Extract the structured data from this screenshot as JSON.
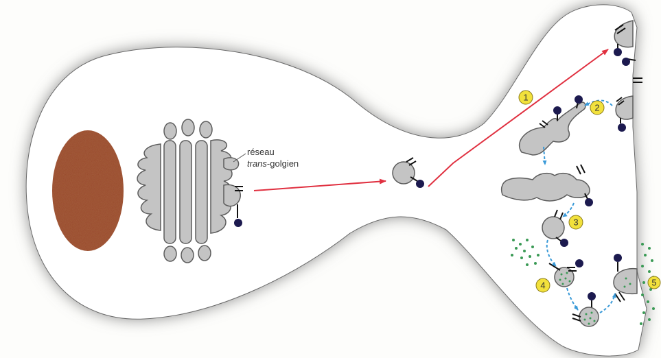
{
  "labels": {
    "tgn_line1": "réseau",
    "tgn_line2_italic": "trans",
    "tgn_line2_rest": "-golgien"
  },
  "steps": [
    {
      "number": "1"
    },
    {
      "number": "2"
    },
    {
      "number": "3"
    },
    {
      "number": "4"
    },
    {
      "number": "5"
    }
  ],
  "colors": {
    "nucleus": "#9a4a2c",
    "organelle": "#c4c4c4",
    "cell_fill": "#ffffff",
    "cell_shadow": "#8c8c8c",
    "red_arrow": "#e03040",
    "blue_arrow": "#3a9ad8",
    "protein_head": "#1c1a4f",
    "step_circle": "#f2e13c",
    "granules": "#3a9a55"
  }
}
